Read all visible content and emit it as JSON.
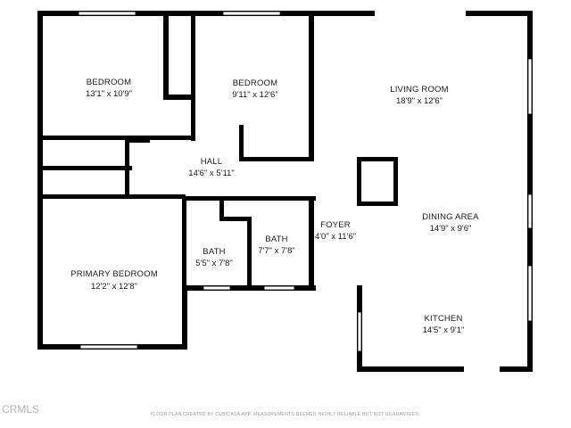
{
  "rooms": {
    "bedroom_1": {
      "name": "BEDROOM",
      "dims": "13'1\" x 10'9\""
    },
    "bedroom_2": {
      "name": "BEDROOM",
      "dims": "9'11\" x 12'6\""
    },
    "living_room": {
      "name": "LIVING ROOM",
      "dims": "18'9\" x 12'6\""
    },
    "hall": {
      "name": "HALL",
      "dims": "14'6\" x 5'11\""
    },
    "foyer": {
      "name": "FOYER",
      "dims": "4'0\" x 11'6\""
    },
    "dining_area": {
      "name": "DINING AREA",
      "dims": "14'9\" x 9'6\""
    },
    "bath_1": {
      "name": "BATH",
      "dims": "5'5\" x 7'8\""
    },
    "bath_2": {
      "name": "BATH",
      "dims": "7'7\" x 7'8\""
    },
    "primary_bedroom": {
      "name": "PRIMARY BEDROOM",
      "dims": "12'2\" x 12'8\""
    },
    "kitchen": {
      "name": "KITCHEN",
      "dims": "14'5\" x 9'1\""
    }
  },
  "footer_text": "FLOOR PLAN CREATED BY CUBICASA APP. MEASUREMENTS DEEMED HIGHLY RELIABLE BUT NOT GUARANTEED.",
  "watermark": "CRMLS",
  "colors": {
    "wall": "#000000",
    "window": "#ffffff",
    "text": "#1a1a1a"
  }
}
